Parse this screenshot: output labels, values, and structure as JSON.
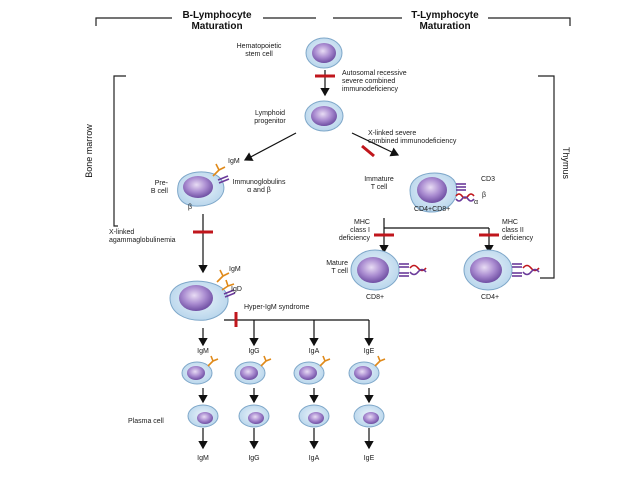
{
  "headers": {
    "b_lymphocyte": "B-Lymphocyte\nMaturation",
    "t_lymphocyte": "T-Lymphocyte\nMaturation"
  },
  "side_labels": {
    "bone_marrow": "Bone marrow",
    "thymus": "Thymus"
  },
  "cells": {
    "stem": "Hematopoietic\nstem cell",
    "lymphoid": "Lymphoid\nprogenitor",
    "pre_b": "Pre-\nB cell",
    "immature_t": "Immature\nT cell",
    "mature_t": "Mature\nT cell",
    "plasma": "Plasma cell"
  },
  "defects": {
    "scid_ar": "Autosomal recessive\nsevere combined\nimmunodeficiency",
    "scid_x": "X-linked severe\ncombined immunodeficiency",
    "xla": "X-linked\nagammaglobulinemia",
    "mhc1": "MHC\nclass I\ndeficiency",
    "mhc2": "MHC\nclass II\ndeficiency",
    "hyper_igm": "Hyper-IgM syndrome"
  },
  "markers": {
    "igm_top": "IgM",
    "igs": "Immunoglobulins\nα and β",
    "beta_b": "β",
    "cd3": "CD3",
    "beta_t": "β",
    "alpha_t": "α",
    "cd4cd8": "CD4+CD8+",
    "cd8": "CD8+",
    "cd4": "CD4+",
    "igm_mature": "IgM",
    "igd": "IgD"
  },
  "isotypes": [
    "IgM",
    "IgG",
    "IgA",
    "IgE"
  ],
  "colors": {
    "block": "#c0161c",
    "arrow": "#111111",
    "cell_outer": "#c6dff0",
    "nucleus": "#9b7fc4"
  }
}
